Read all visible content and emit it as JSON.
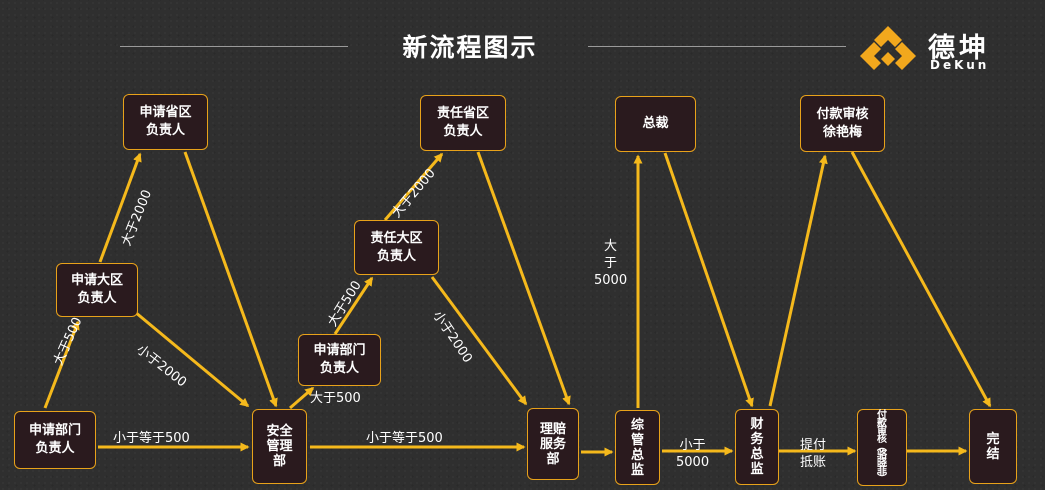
{
  "header": {
    "title": "新流程图示"
  },
  "logo": {
    "name_cn": "德坤",
    "name_en": "DeKun",
    "icon": "dekun-diamond-logo",
    "accent": "#f2a81d"
  },
  "colors": {
    "arrow": "#f5b91c",
    "node_border": "#e8a21a",
    "node_fill": "#2a1a1e",
    "background": "#2f2f2f"
  },
  "nodes": {
    "apply_dept_a": "申请部门\n负责人",
    "apply_region": "申请大区\n负责人",
    "apply_province": "申请省区\n负责人",
    "safety_mgmt": "安全\n管理\n部",
    "apply_dept_b": "申请部门\n负责人",
    "resp_region": "责任大区\n负责人",
    "resp_province": "责任省区\n负责人",
    "claims_dept": "理赔\n服务\n部",
    "general_mgmt": "综\n管\n总\n监",
    "president": "总裁",
    "finance": "财\n务\n总\n监",
    "payment_review_a": "付款审核\n徐艳梅",
    "payment_review_b": "付\n款\n审\n核\n︵\n骆\n晓\n菲\n︶",
    "complete": "完\n结"
  },
  "labels": {
    "gt500_a": "大于500",
    "gt2000_a": "大于2000",
    "lt2000_a": "小于2000",
    "le500_a": "小于等于500",
    "le500_b": "小于等于500",
    "gt500_b": "大于500",
    "gt500_c": "大于500",
    "gt2000_b": "大于2000",
    "lt2000_b": "小于2000",
    "gt5000": "大\n于\n5000",
    "lt5000": "小于\n5000",
    "submit_pay": "提付\n抵账"
  }
}
